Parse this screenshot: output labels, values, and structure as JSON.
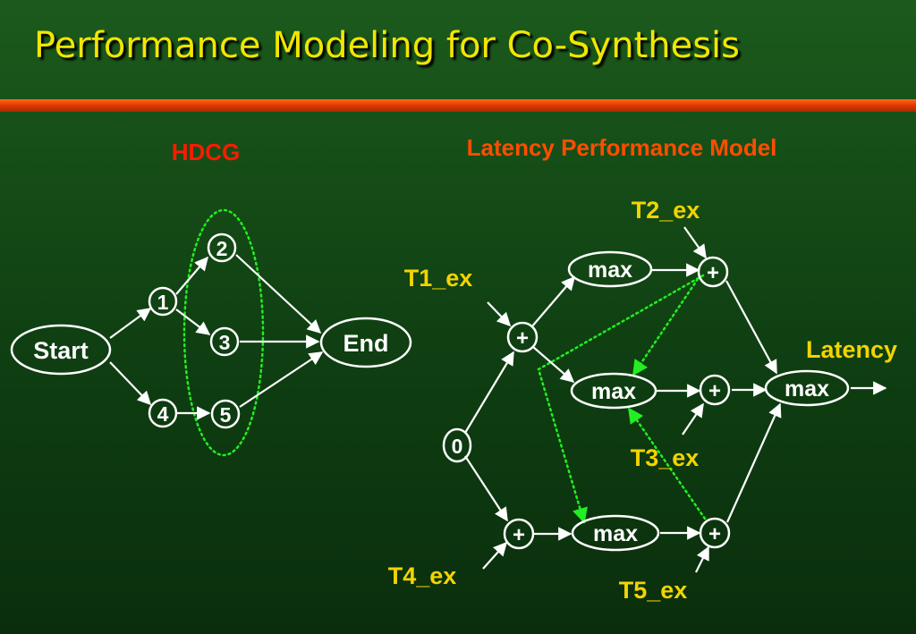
{
  "slide": {
    "title": "Performance Modeling for Co-Synthesis"
  },
  "hdcg": {
    "heading": "HDCG",
    "nodes": {
      "start": "Start",
      "n1": "1",
      "n2": "2",
      "n3": "3",
      "n4": "4",
      "n5": "5",
      "end": "End"
    }
  },
  "latency_model": {
    "heading": "Latency Performance Model",
    "source": "0",
    "plus": "+",
    "max": "max",
    "inputs": {
      "t1": "T1_ex",
      "t2": "T2_ex",
      "t3": "T3_ex",
      "t4": "T4_ex",
      "t5": "T5_ex"
    },
    "output": "Latency"
  },
  "colors": {
    "background": "#134b16",
    "title": "#f2e600",
    "title_bar": "#e43a00",
    "hdcg_heading": "#ff1a00",
    "model_heading": "#ff4d00",
    "labels": "#f2d400",
    "dotted": "#22ee22",
    "lines": "#ffffff"
  }
}
